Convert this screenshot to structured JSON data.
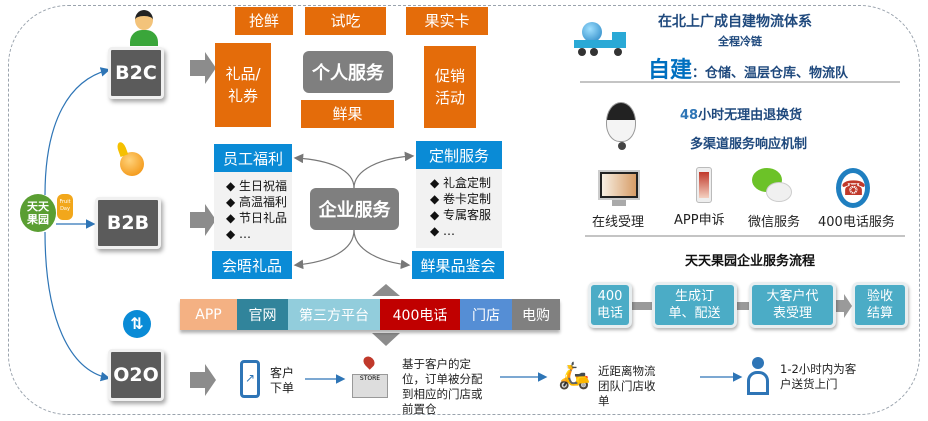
{
  "channels": {
    "b2c": "B2C",
    "b2b": "B2B",
    "o2o": "O2O"
  },
  "logo": {
    "main": "天天果园",
    "sub": "Fruit Day"
  },
  "personal": {
    "center": "个人服务",
    "top": [
      "抢鲜",
      "试吃",
      "果实卡"
    ],
    "left": "礼品/礼券",
    "right": "促销活动",
    "bottom": "鲜果"
  },
  "enterprise": {
    "center": "企业服务",
    "tl": "员工福利",
    "tl_items": [
      "◆ 生日祝福",
      "◆ 高温福利",
      "◆ 节日礼品",
      "◆ …"
    ],
    "bl": "会晤礼品",
    "tr": "定制服务",
    "tr_items": [
      "◆ 礼盒定制",
      "◆ 卷卡定制",
      "◆ 专属客服",
      "◆ …"
    ],
    "br": "鲜果品鉴会"
  },
  "channel_bar": [
    {
      "label": "APP",
      "color": "#f4b183"
    },
    {
      "label": "官网",
      "color": "#31849b"
    },
    {
      "label": "第三方平台",
      "color": "#92cddc"
    },
    {
      "label": "400电话",
      "color": "#c00000"
    },
    {
      "label": "门店",
      "color": "#558ed5"
    },
    {
      "label": "电购",
      "color": "#808080"
    }
  ],
  "logistics": {
    "title": "在北上广成自建物流体系",
    "sub": "全程冷链",
    "big": "自建",
    "detail": "：仓储、温层仓库、物流队"
  },
  "service": {
    "line1_num": "48",
    "line1": "小时无理由退换货",
    "line2": "多渠道服务响应机制",
    "icons": [
      "在线受理",
      "APP申诉",
      "微信服务",
      "400电话服务"
    ]
  },
  "process": {
    "title": "天天果园企业服务流程",
    "steps": [
      "400电话",
      "生成订单、配送",
      "大客户代表受理",
      "验收结算"
    ]
  },
  "o2o_flow": [
    "客户下单",
    "基于客户的定位，订单被分配到相应的门店或前置仓",
    "近距离物流团队门店收单",
    "1-2小时内为客户送货上门"
  ]
}
